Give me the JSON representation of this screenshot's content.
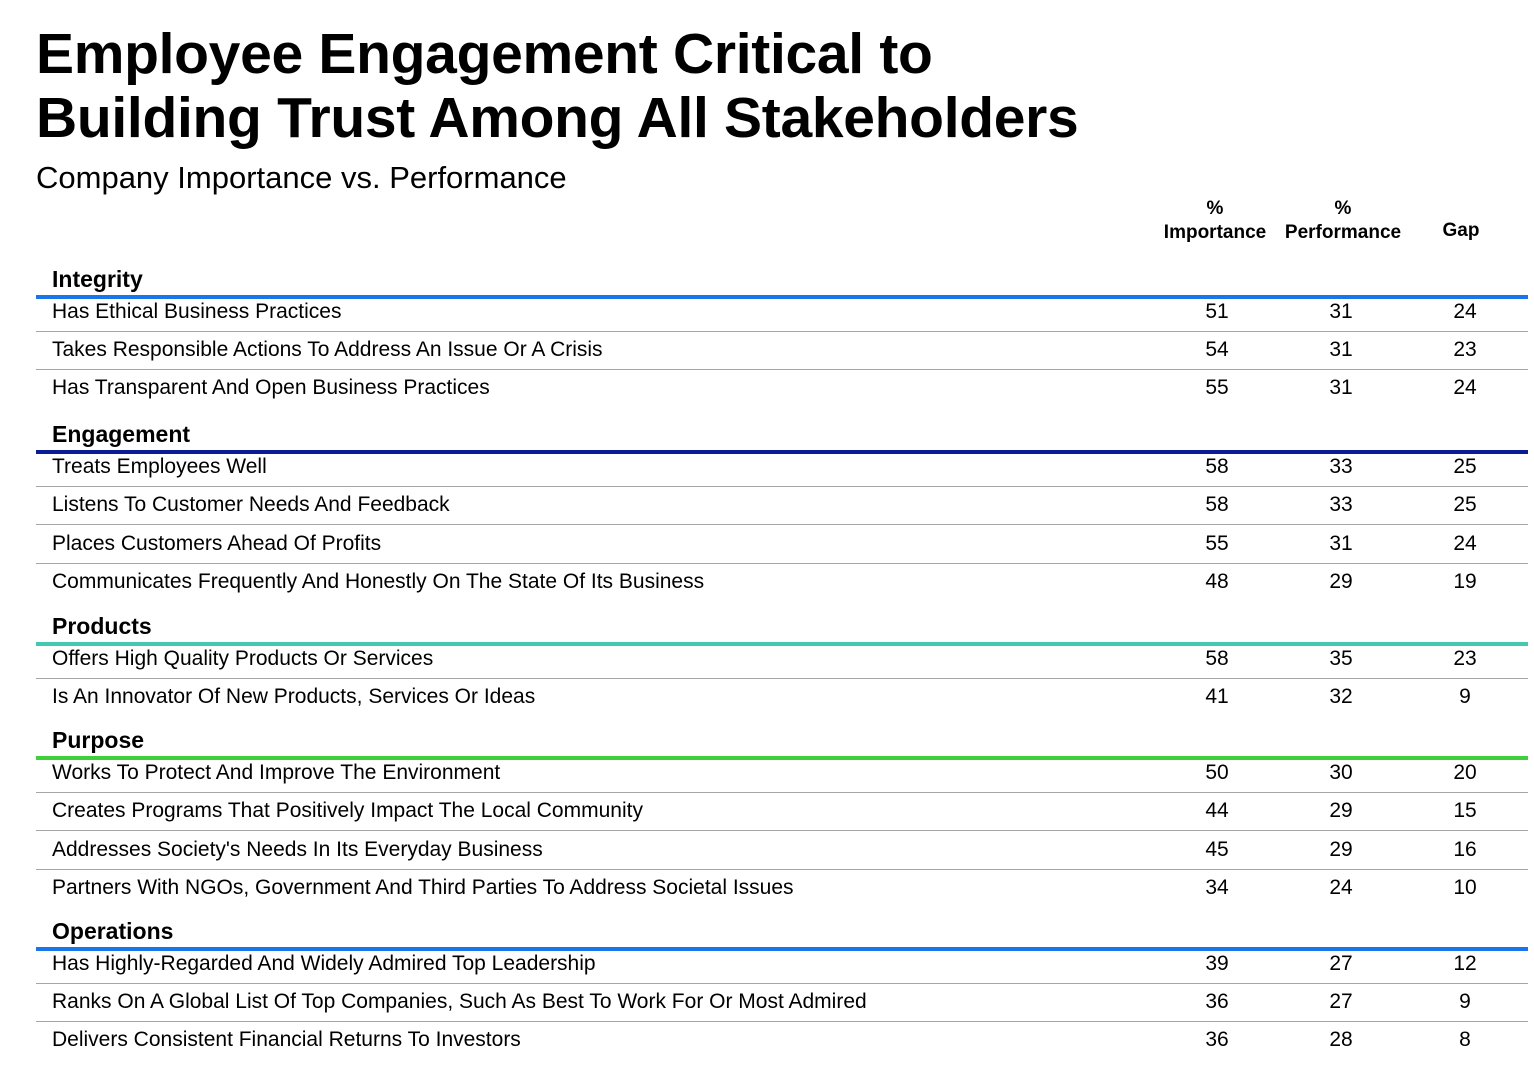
{
  "title_line1": "Employee Engagement Critical to",
  "title_line2": "Building Trust Among All Stakeholders",
  "subtitle": "Company Importance vs. Performance",
  "columns": {
    "importance": [
      "%",
      "Importance"
    ],
    "performance": [
      "%",
      "Performance"
    ],
    "gap": "Gap"
  },
  "chart_data": {
    "type": "table",
    "title": "Employee Engagement Critical to Building Trust Among All Stakeholders",
    "subtitle": "Company Importance vs. Performance",
    "columns": [
      "% Importance",
      "% Performance",
      "Gap"
    ],
    "sections": [
      {
        "name": "Integrity",
        "color": "#1a75e8",
        "rows": [
          {
            "label": "Has Ethical Business Practices",
            "importance": 51,
            "performance": 31,
            "gap": 24
          },
          {
            "label": "Takes Responsible Actions To Address An Issue Or A Crisis",
            "importance": 54,
            "performance": 31,
            "gap": 23
          },
          {
            "label": "Has Transparent And Open Business Practices",
            "importance": 55,
            "performance": 31,
            "gap": 24
          }
        ]
      },
      {
        "name": "Engagement",
        "color": "#0a1b96",
        "rows": [
          {
            "label": "Treats Employees Well",
            "importance": 58,
            "performance": 33,
            "gap": 25
          },
          {
            "label": "Listens To Customer Needs And Feedback",
            "importance": 58,
            "performance": 33,
            "gap": 25
          },
          {
            "label": "Places Customers Ahead Of Profits",
            "importance": 55,
            "performance": 31,
            "gap": 24
          },
          {
            "label": "Communicates Frequently And Honestly On The State Of Its Business",
            "importance": 48,
            "performance": 29,
            "gap": 19
          }
        ]
      },
      {
        "name": "Products",
        "color": "#45c8b0",
        "rows": [
          {
            "label": "Offers High Quality Products Or Services",
            "importance": 58,
            "performance": 35,
            "gap": 23
          },
          {
            "label": "Is An Innovator Of New Products, Services Or Ideas",
            "importance": 41,
            "performance": 32,
            "gap": 9
          }
        ]
      },
      {
        "name": "Purpose",
        "color": "#3fcf3a",
        "rows": [
          {
            "label": "Works To Protect And Improve The Environment",
            "importance": 50,
            "performance": 30,
            "gap": 20
          },
          {
            "label": "Creates Programs That Positively Impact The Local Community",
            "importance": 44,
            "performance": 29,
            "gap": 15
          },
          {
            "label": "Addresses Society's Needs In Its Everyday Business",
            "importance": 45,
            "performance": 29,
            "gap": 16
          },
          {
            "label": "Partners With NGOs, Government And Third Parties To Address Societal Issues",
            "importance": 34,
            "performance": 24,
            "gap": 10
          }
        ]
      },
      {
        "name": "Operations",
        "color": "#1a75e8",
        "rows": [
          {
            "label": "Has Highly-Regarded And Widely Admired Top Leadership",
            "importance": 39,
            "performance": 27,
            "gap": 12
          },
          {
            "label": "Ranks On A Global List Of Top Companies, Such As Best To Work For Or Most Admired",
            "importance": 36,
            "performance": 27,
            "gap": 9
          },
          {
            "label": "Delivers Consistent Financial Returns To Investors",
            "importance": 36,
            "performance": 28,
            "gap": 8
          }
        ]
      }
    ]
  }
}
